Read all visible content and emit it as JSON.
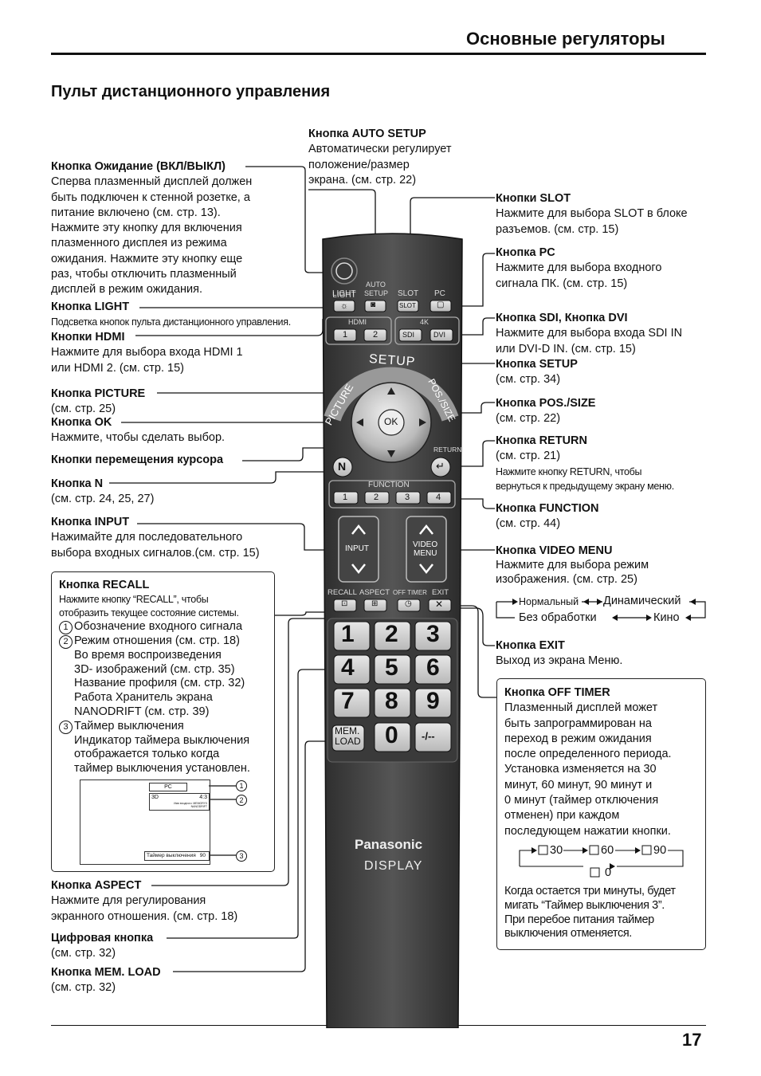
{
  "header": {
    "title": "Основные регуляторы",
    "subtitle": "Пульт дистанционного управления",
    "page_number": "17"
  },
  "left": {
    "standby": {
      "title": "Кнопка Ожидание (ВКЛ/ВЫКЛ)",
      "lines": [
        "Сперва плазменный дисплей должен",
        "быть подключен к стенной розетке, а",
        "питание включено (см. стр. 13).",
        "Нажмите эту кнопку для включения",
        "плазменного дисплея из режима",
        "ожидания. Нажмите эту кнопку еще",
        "раз, чтобы отключить плазменный",
        "дисплей в режим ожидания."
      ]
    },
    "light": {
      "title": "Кнопка LIGHT",
      "line": "Подсветка кнопок пульта дистанционного управления."
    },
    "hdmi": {
      "title": "Кнопки HDMI",
      "lines": [
        "Нажмите для выбора входа HDMI 1",
        "или HDMI 2. (см. стр. 15)"
      ]
    },
    "picture": {
      "title": "Кнопка PICTURE",
      "line": "(см. стр. 25)"
    },
    "ok": {
      "title": "Кнопка OK",
      "line": "Нажмите, чтобы сделать выбор."
    },
    "cursor": {
      "title": "Кнопки перемещения курсора"
    },
    "n": {
      "title": "Кнопка N",
      "line": "(см. стр. 24, 25, 27)"
    },
    "input": {
      "title": "Кнопка INPUT",
      "lines": [
        "Нажимайте для последовательного",
        "выбора входных сигналов.(см. стр. 15)"
      ]
    },
    "recall": {
      "title": "Кнопка RECALL",
      "intro": [
        "Нажмите кнопку “RECALL”, чтобы",
        "отобразить текущее состояние системы."
      ],
      "items": [
        {
          "num": "1",
          "lines": [
            "Обозначение входного сигнала"
          ]
        },
        {
          "num": "2",
          "lines": [
            "Режим отношения (см. стр. 18)",
            "Во время воспроизведения",
            "3D- изображений (см. стр. 35)",
            "Название профиля (см. стр. 32)",
            "Работа Хранитель экрана",
            "NANODRIFT (см. стр. 39)"
          ]
        },
        {
          "num": "3",
          "lines": [
            "Таймер выключения",
            "Индикатор таймера выключения",
            "отображается только когда",
            "таймер выключения установлен."
          ]
        }
      ],
      "osd": {
        "pc": "PC",
        "mode": "3D",
        "aspect": "4:3",
        "small1": "Имя входного: MEMORY3",
        "small2": "NANODRIFT",
        "timer_label": "Таймер выключения",
        "timer_value": "90",
        "m1": "1",
        "m2": "2",
        "m3": "3"
      }
    },
    "aspect": {
      "title": "Кнопка ASPECT",
      "lines": [
        "Нажмите для регулирования",
        "экранного отношения. (см. стр. 18)"
      ]
    },
    "digital": {
      "title": "Цифровая кнопка",
      "line": "(см. стр. 32)"
    },
    "memload": {
      "title": "Кнопка MEM. LOAD",
      "line": "(см. стр. 32)"
    }
  },
  "top": {
    "auto_setup": {
      "title": "Кнопка AUTO SETUP",
      "lines": [
        "Автоматически регулирует",
        "положение/размер",
        "экрана. (см. стр. 22)"
      ]
    }
  },
  "right": {
    "slot": {
      "title": "Кнопки SLOT",
      "lines": [
        "Нажмите для выбора SLOT в блоке",
        "разъемов. (см. стр. 15)"
      ]
    },
    "pc": {
      "title": "Кнопка PC",
      "lines": [
        "Нажмите для выбора входного",
        "сигнала ПК. (см. стр. 15)"
      ]
    },
    "sdi": {
      "title": "Кнопка SDI, Кнопка DVI",
      "lines": [
        "Нажмите для выбора входа SDI IN",
        "или DVI-D IN. (см. стр. 15)"
      ]
    },
    "setup": {
      "title": "Кнопка SETUP",
      "line": "(см. стр. 34)"
    },
    "possize": {
      "title": "Кнопка POS./SIZE",
      "line": "(см. стр. 22)"
    },
    "ret": {
      "title": "Кнопка RETURN",
      "line": "(см. стр. 21)",
      "small": [
        "Нажмите кнопку RETURN, чтобы",
        "вернуться к предыдущему экрану меню."
      ]
    },
    "function": {
      "title": "Кнопка FUNCTION",
      "line": "(см. стр. 44)"
    },
    "video_menu": {
      "title": "Кнопка VIDEO MENU",
      "lines": [
        "Нажмите для выбора режим",
        "изображения. (см. стр. 25)"
      ]
    },
    "modes": {
      "normal": "Нормальный",
      "dynamic": "Динамический",
      "raw": "Без обработки",
      "cinema": "Кино"
    },
    "exit": {
      "title": "Кнопка EXIT",
      "line": "Выход из экрана Меню."
    },
    "off_timer": {
      "title": "Кнопка OFF TIMER",
      "lines": [
        "Плазменный дисплей может",
        "быть запрограммирован на",
        "переход в режим ожидания",
        "после определенного периода.",
        "Установка изменяется на 30",
        "минут, 60 минут, 90 минут и",
        "0 минут (таймер отключения",
        "отменен) при каждом",
        "последующем нажатии кнопки."
      ],
      "cycle": [
        "30",
        "60",
        "90",
        "0"
      ],
      "note": [
        "Когда остается три минуты, будет",
        "мигать “Таймер выключения 3”.",
        "При перебое питания таймер",
        "выключения отменяется."
      ]
    }
  },
  "remote": {
    "light": "LIGHT",
    "auto": "AUTO",
    "setup_word": "SETUP",
    "slot": "SLOT",
    "pc": "PC",
    "hdmi": "HDMI",
    "h1": "1",
    "h2": "2",
    "k4": "4K",
    "sdi": "SDI",
    "dvi": "DVI",
    "setup_arc": "SETUP",
    "picture_arc": "PICTURE",
    "pos_arc": "POS./SIZE",
    "ok": "OK",
    "n": "N",
    "return": "RETURN",
    "function": "FUNCTION",
    "f1": "1",
    "f2": "2",
    "f3": "3",
    "f4": "4",
    "input": "INPUT",
    "video": "VIDEO",
    "menu": "MENU",
    "recall": "RECALL",
    "aspect": "ASPECT",
    "off_timer": "OFF TIMER",
    "exit": "EXIT",
    "keys": [
      "1",
      "2",
      "3",
      "4",
      "5",
      "6",
      "7",
      "8",
      "9"
    ],
    "mem": "MEM.",
    "load": "LOAD",
    "zero": "0",
    "dash": "-/--",
    "brand": "Panasonic",
    "display": "DISPLAY"
  }
}
